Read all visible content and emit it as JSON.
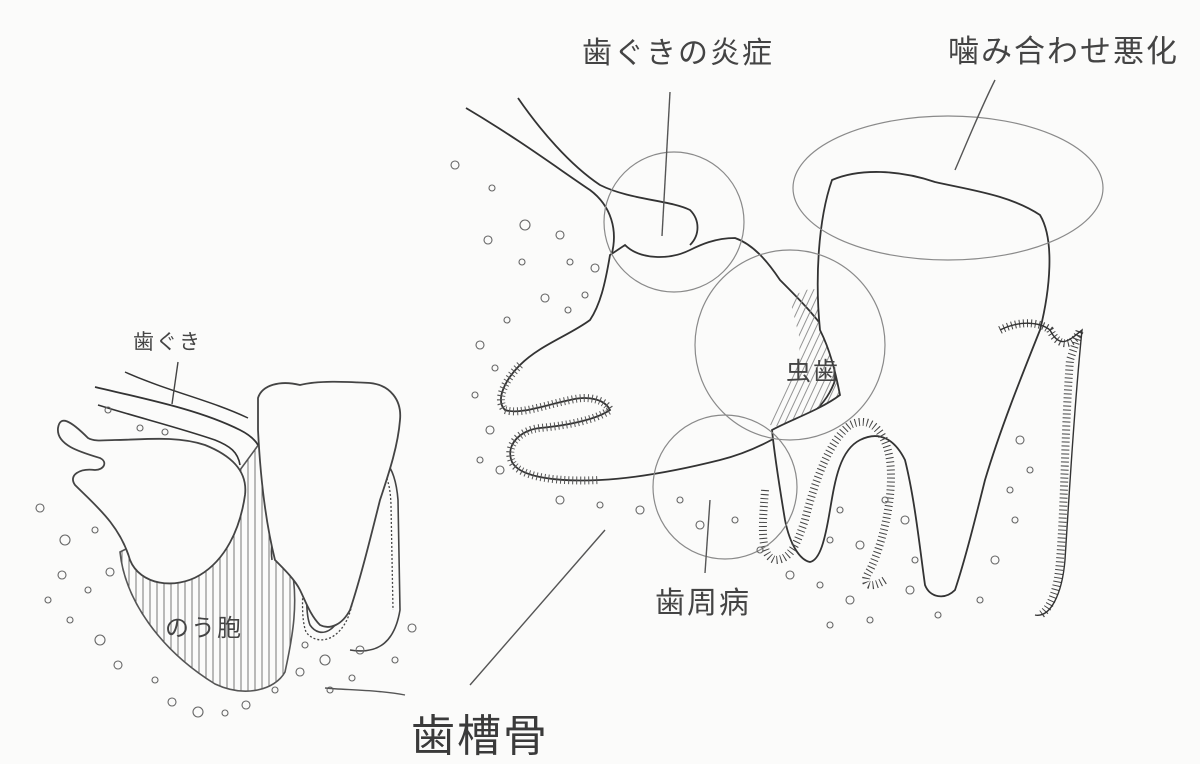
{
  "labels": {
    "gum": "歯ぐき",
    "cyst": "のう胞",
    "alveolar_bone": "歯槽骨",
    "gum_inflammation": "歯ぐきの炎症",
    "bite_deterioration": "噛み合わせ悪化",
    "caries": "虫歯",
    "periodontal_disease": "歯周病"
  },
  "colors": {
    "ink": "#333333",
    "pencil": "#555555",
    "light_pencil": "#8a8a8a",
    "paper": "#fbfbfa"
  }
}
